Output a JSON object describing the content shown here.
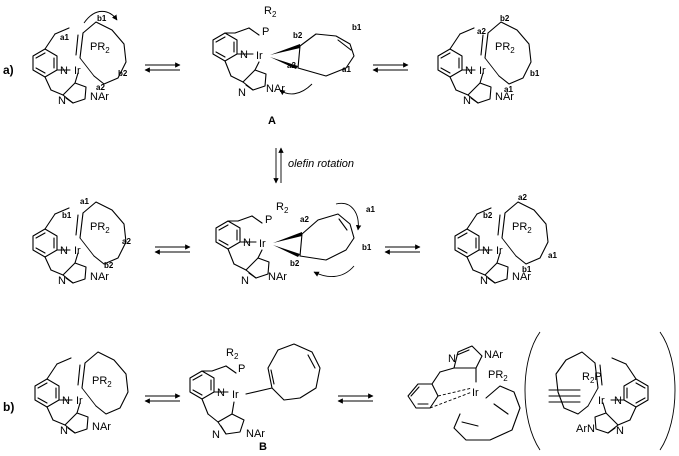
{
  "labels": {
    "part_a": "a)",
    "part_b": "b)",
    "compound_A": "A",
    "compound_B": "B",
    "olefin_rotation": "olefin rotation"
  },
  "atoms": {
    "N": "N",
    "Ir": "Ir",
    "P": "P",
    "PR2": "PR",
    "R2P": "R",
    "R2P_tail": "P",
    "R2": "R",
    "sub2": "2",
    "NAr": "NAr",
    "ArN": "ArN"
  },
  "sites": {
    "a1": "a1",
    "a2": "a2",
    "b1": "b1",
    "b2": "b2"
  }
}
